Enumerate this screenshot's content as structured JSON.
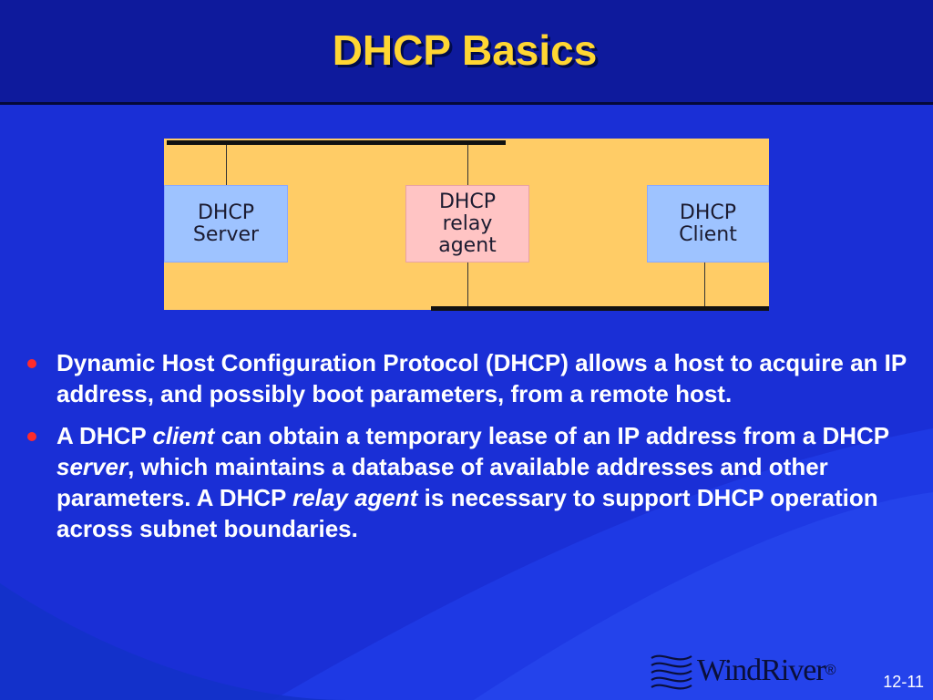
{
  "slide": {
    "title": "DHCP Basics",
    "page_number": "12-11",
    "logo_text": "WindRiver",
    "logo_mark": "®"
  },
  "diagram": {
    "server_label": "DHCP\nServer",
    "relay_label": "DHCP\nrelay\nagent",
    "client_label": "DHCP\nClient"
  },
  "bullets": [
    {
      "text": "Dynamic Host Configuration Protocol (DHCP) allows a host to acquire an IP address, and possibly boot parameters, from a remote host."
    },
    {
      "t1": "A DHCP ",
      "em1": "client",
      "t2": " can obtain a temporary lease of an IP address from a DHCP ",
      "em2": "server",
      "t3": ", which maintains a database of available addresses and other parameters. A DHCP ",
      "em3": "relay agent",
      "t4": " is necessary to support DHCP operation across subnet boundaries."
    }
  ],
  "colors": {
    "background": "#1a2fd6",
    "title": "#ffd633",
    "diagram_bg": "#ffcc66",
    "bullet_dot": "#ff2b2b"
  }
}
